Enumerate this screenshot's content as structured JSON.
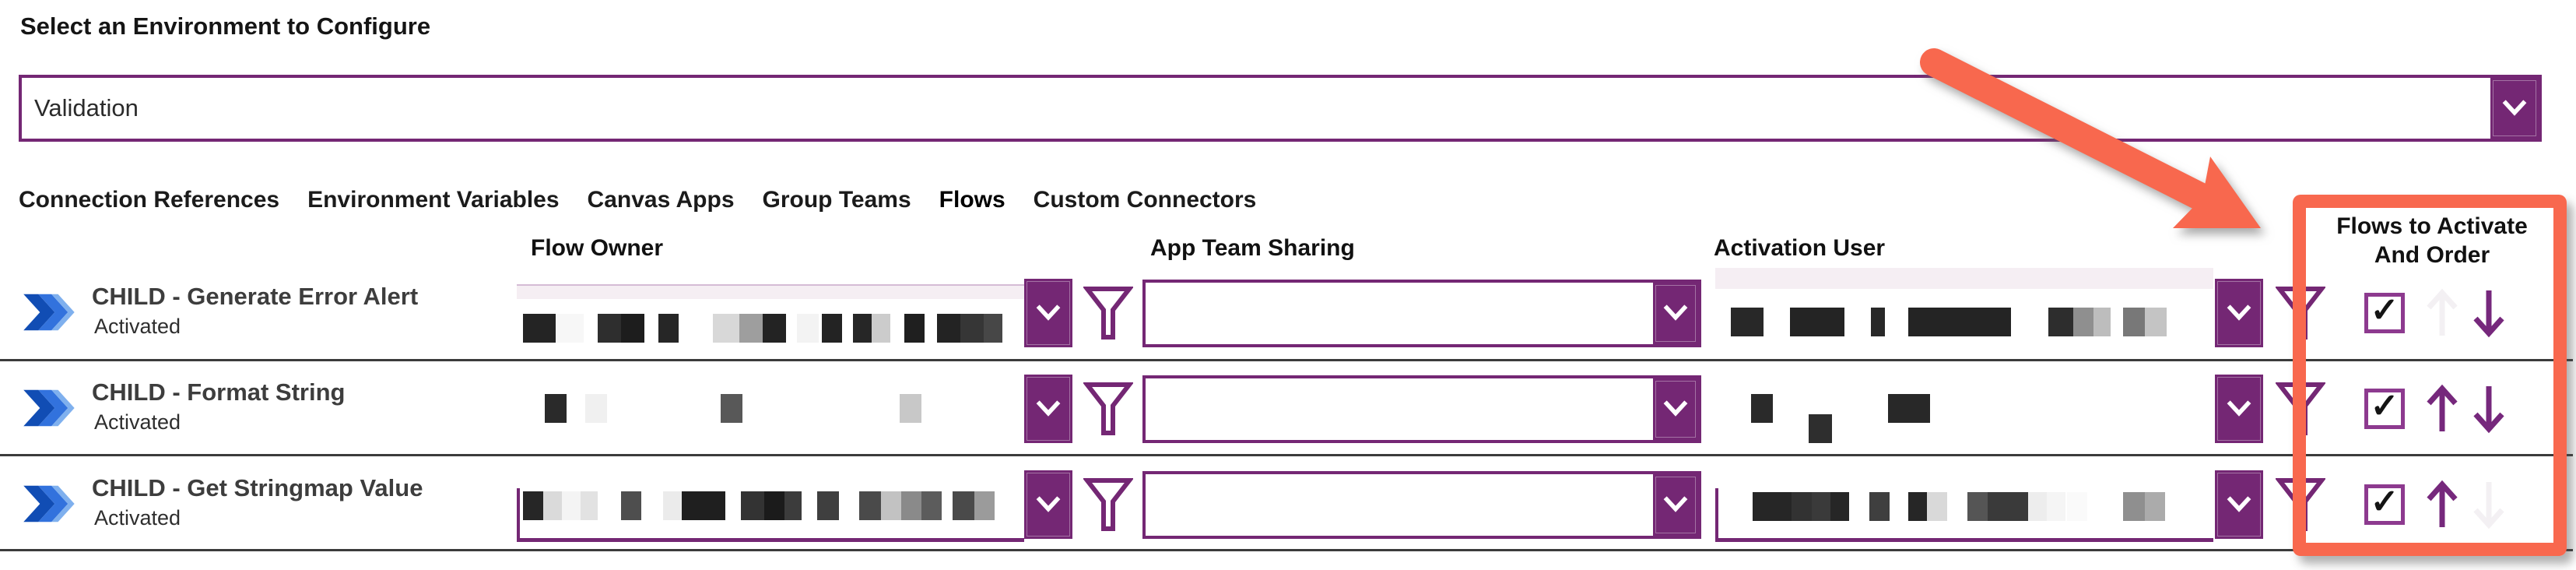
{
  "header": {
    "environment_label": "Select an Environment to Configure",
    "environment_value": "Validation"
  },
  "tabs": [
    {
      "label": "Connection References",
      "active": false
    },
    {
      "label": "Environment Variables",
      "active": false
    },
    {
      "label": "Canvas Apps",
      "active": false
    },
    {
      "label": "Group Teams",
      "active": false
    },
    {
      "label": "Flows",
      "active": true
    },
    {
      "label": "Custom Connectors",
      "active": false
    }
  ],
  "table": {
    "columns": {
      "flow_owner": "Flow Owner",
      "app_team_sharing": "App Team Sharing",
      "activation_user": "Activation User",
      "flows_to_activate_line1": "Flows to Activate",
      "flows_to_activate_line2": "And Order"
    },
    "rows": [
      {
        "name": "CHILD - Generate Error Alert",
        "status": "Activated",
        "checked": true,
        "move_up_enabled": false,
        "move_down_enabled": true,
        "flow_owner_blocks": [
          [
            8,
            42,
            "#242424"
          ],
          [
            50,
            36,
            "#f7f7f7"
          ],
          [
            104,
            30,
            "#2e2e2e"
          ],
          [
            134,
            30,
            "#1d1d1d"
          ],
          [
            182,
            26,
            "#262626"
          ],
          [
            252,
            34,
            "#d8d8d8"
          ],
          [
            286,
            30,
            "#9e9e9e"
          ],
          [
            316,
            30,
            "#232323"
          ],
          [
            360,
            28,
            "#f3f3f3"
          ],
          [
            392,
            26,
            "#232323"
          ],
          [
            432,
            24,
            "#262626"
          ],
          [
            456,
            24,
            "#cccccc"
          ],
          [
            498,
            26,
            "#1f1f1f"
          ],
          [
            540,
            30,
            "#232323"
          ],
          [
            570,
            30,
            "#363636"
          ],
          [
            600,
            24,
            "#474747"
          ]
        ],
        "activation_user_blocks": [
          [
            20,
            42,
            "#282828"
          ],
          [
            96,
            70,
            "#242424"
          ],
          [
            200,
            18,
            "#282828"
          ],
          [
            248,
            132,
            "#242424"
          ],
          [
            428,
            32,
            "#2d2d2d"
          ],
          [
            460,
            26,
            "#8f8f8f"
          ],
          [
            486,
            22,
            "#bdbdbd"
          ],
          [
            524,
            28,
            "#787878"
          ],
          [
            552,
            28,
            "#c4c4c4"
          ]
        ]
      },
      {
        "name": "CHILD - Format String",
        "status": "Activated",
        "checked": true,
        "move_up_enabled": true,
        "move_down_enabled": true,
        "flow_owner_blocks": [
          [
            36,
            28,
            "#2a2a2a"
          ],
          [
            88,
            28,
            "#f0f0f0"
          ],
          [
            262,
            28,
            "#585858"
          ],
          [
            492,
            28,
            "#c8c8c8"
          ]
        ],
        "activation_user_blocks": [
          [
            46,
            28,
            "#2a2a2a"
          ],
          [
            120,
            30,
            "#2e2e2e",
            26
          ],
          [
            222,
            54,
            "#282828"
          ]
        ]
      },
      {
        "name": "CHILD - Get Stringmap Value",
        "status": "Activated",
        "checked": true,
        "move_up_enabled": true,
        "move_down_enabled": false,
        "flow_owner_blocks": [
          [
            8,
            26,
            "#262626"
          ],
          [
            34,
            24,
            "#dadada"
          ],
          [
            58,
            24,
            "#f4f4f4"
          ],
          [
            82,
            22,
            "#e2e2e2"
          ],
          [
            134,
            26,
            "#4e4e4e"
          ],
          [
            188,
            24,
            "#ebebeb"
          ],
          [
            212,
            56,
            "#1f1f1f"
          ],
          [
            288,
            30,
            "#333333"
          ],
          [
            318,
            26,
            "#1b1b1b"
          ],
          [
            344,
            22,
            "#3c3c3c"
          ],
          [
            386,
            28,
            "#3f3f3f"
          ],
          [
            440,
            28,
            "#4a4a4a"
          ],
          [
            468,
            26,
            "#c2c2c2"
          ],
          [
            494,
            26,
            "#8a8a8a"
          ],
          [
            520,
            26,
            "#5c5c5c"
          ],
          [
            560,
            28,
            "#4a4a4a"
          ],
          [
            588,
            26,
            "#9b9b9b"
          ]
        ],
        "activation_user_blocks": [
          [
            48,
            50,
            "#262626"
          ],
          [
            98,
            26,
            "#323232"
          ],
          [
            124,
            24,
            "#3a3a3a"
          ],
          [
            148,
            24,
            "#262626"
          ],
          [
            198,
            26,
            "#3f3f3f"
          ],
          [
            248,
            24,
            "#262626"
          ],
          [
            272,
            26,
            "#d9d9d9"
          ],
          [
            324,
            26,
            "#555555"
          ],
          [
            350,
            52,
            "#3a3a3a"
          ],
          [
            402,
            24,
            "#ededed"
          ],
          [
            426,
            24,
            "#f5f5f5"
          ],
          [
            452,
            26,
            "#fafafa"
          ],
          [
            524,
            28,
            "#8f8f8f"
          ],
          [
            552,
            26,
            "#ababab"
          ]
        ]
      }
    ]
  },
  "glyphs": {
    "checkmark": "✓"
  },
  "icons": {
    "flow_logo": "power-automate-icon",
    "expand": "chevron-down-icon",
    "filter": "filter-funnel-icon",
    "move_up": "arrow-up-icon",
    "move_down": "arrow-down-icon",
    "annotation": "red-arrow-annotation"
  },
  "colors": {
    "accent_purple": "#742774",
    "checkbox_border": "#8d3a8f",
    "arrow_purple": "#76287c",
    "arrow_disabled": "#f3f0f3",
    "annotation_red": "#f8684e",
    "divider": "#3b3b3b"
  }
}
